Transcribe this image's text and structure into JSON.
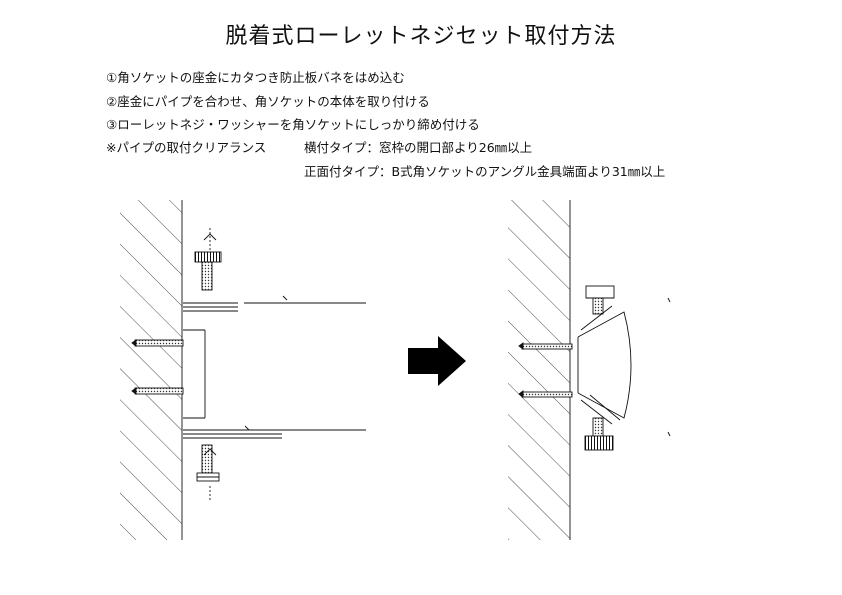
{
  "title": "脱着式ローレットネジセット取付方法",
  "steps": [
    "①角ソケットの座金にカタつき防止板バネをはめ込む",
    "②座金にパイプを合わせ、角ソケットの本体を取り付ける",
    "③ローレットネジ・ワッシャーを角ソケットにしっかり締め付ける"
  ],
  "note": {
    "label": "※パイプの取付クリアランス",
    "side_type": "横付タイプ：窓枠の開口部より26㎜以上",
    "front_type": "正面付タイプ：B式角ソケットのアングル金具端面より31㎜以上"
  },
  "colors": {
    "line": "#111111",
    "arrow": "#000000"
  }
}
